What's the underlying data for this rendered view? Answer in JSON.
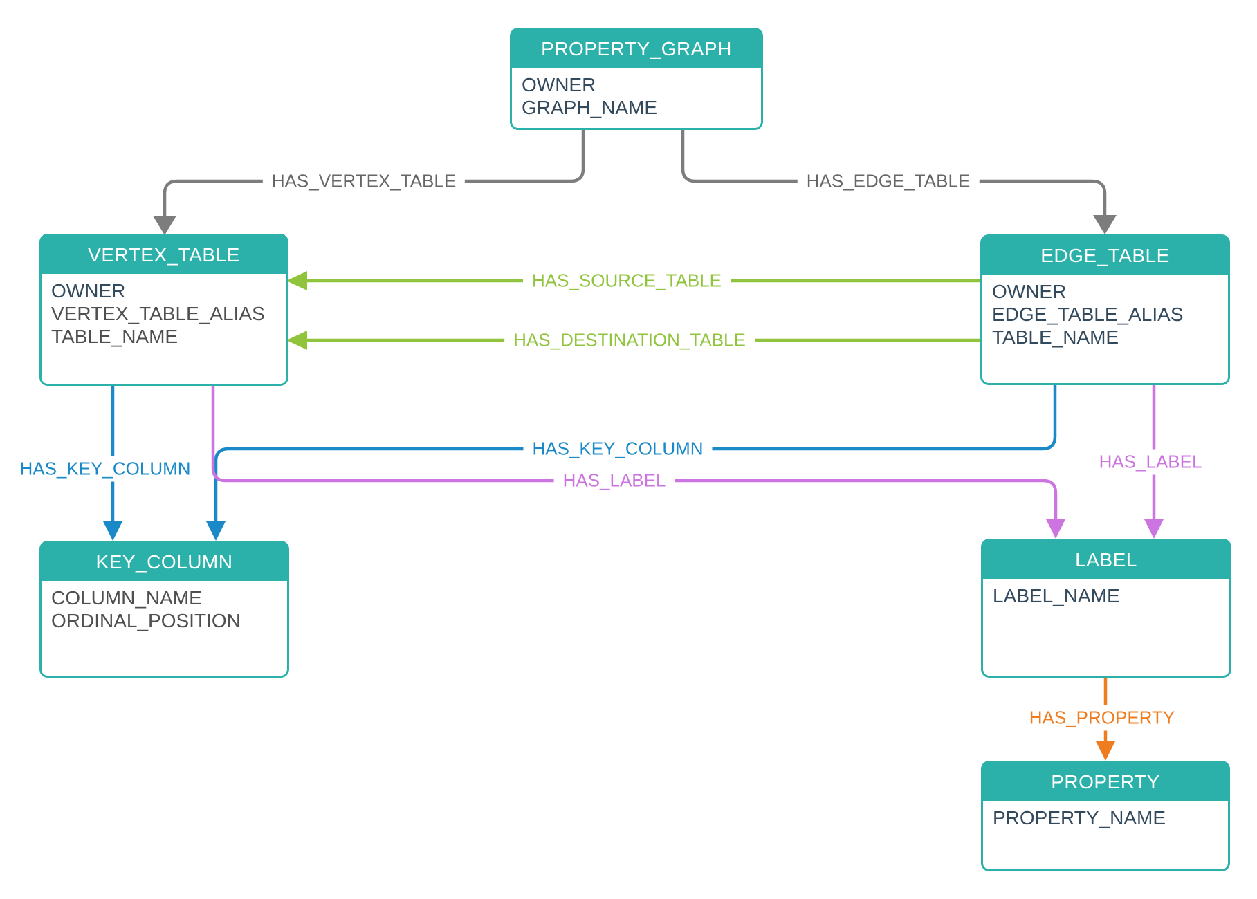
{
  "diagram": {
    "entities": [
      {
        "id": "property_graph",
        "title": "PROPERTY_GRAPH",
        "items": [
          {
            "text": "OWNER"
          },
          {
            "text": "GRAPH_NAME"
          }
        ]
      },
      {
        "id": "vertex_table",
        "title": "VERTEX_TABLE",
        "items": [
          {
            "text": "OWNER"
          },
          {
            "text": "VERTEX_TABLE_ALIAS",
            "muted": true
          },
          {
            "text": "TABLE_NAME",
            "muted": true
          }
        ]
      },
      {
        "id": "edge_table",
        "title": "EDGE_TABLE",
        "items": [
          {
            "text": "OWNER"
          },
          {
            "text": "EDGE_TABLE_ALIAS"
          },
          {
            "text": "TABLE_NAME"
          }
        ]
      },
      {
        "id": "key_column",
        "title": "KEY_COLUMN",
        "items": [
          {
            "text": "COLUMN_NAME",
            "muted": true
          },
          {
            "text": "ORDINAL_POSITION",
            "muted": true
          }
        ]
      },
      {
        "id": "label",
        "title": "LABEL",
        "items": [
          {
            "text": "LABEL_NAME"
          }
        ]
      },
      {
        "id": "property",
        "title": "PROPERTY",
        "items": [
          {
            "text": "PROPERTY_NAME"
          }
        ]
      }
    ],
    "relationships": [
      {
        "label": "HAS_VERTEX_TABLE",
        "from": "PROPERTY_GRAPH",
        "to": "VERTEX_TABLE",
        "color": "#7D7D7D"
      },
      {
        "label": "HAS_EDGE_TABLE",
        "from": "PROPERTY_GRAPH",
        "to": "EDGE_TABLE",
        "color": "#7D7D7D"
      },
      {
        "label": "HAS_SOURCE_TABLE",
        "from": "EDGE_TABLE",
        "to": "VERTEX_TABLE",
        "color": "#90C43C"
      },
      {
        "label": "HAS_DESTINATION_TABLE",
        "from": "EDGE_TABLE",
        "to": "VERTEX_TABLE",
        "color": "#90C43C"
      },
      {
        "label": "HAS_KEY_COLUMN",
        "from": "VERTEX_TABLE",
        "to": "KEY_COLUMN",
        "color": "#1989C8"
      },
      {
        "label": "HAS_KEY_COLUMN",
        "from": "EDGE_TABLE",
        "to": "KEY_COLUMN",
        "color": "#1989C8"
      },
      {
        "label": "HAS_LABEL",
        "from": "VERTEX_TABLE",
        "to": "LABEL",
        "color": "#CC74E0"
      },
      {
        "label": "HAS_LABEL",
        "from": "EDGE_TABLE",
        "to": "LABEL",
        "color": "#CC74E0"
      },
      {
        "label": "HAS_PROPERTY",
        "from": "LABEL",
        "to": "PROPERTY",
        "color": "#EF7D20"
      }
    ],
    "colors": {
      "node_header": "#2BB1AA",
      "node_border": "#2BB1AA",
      "attribute_text": "#33495C",
      "attribute_text_muted": "#4F4F4F",
      "edge_gray": "#7D7D7D",
      "edge_green": "#90C43C",
      "edge_blue": "#1989C8",
      "edge_violet": "#CC74E0",
      "edge_orange": "#EF7D20"
    }
  }
}
